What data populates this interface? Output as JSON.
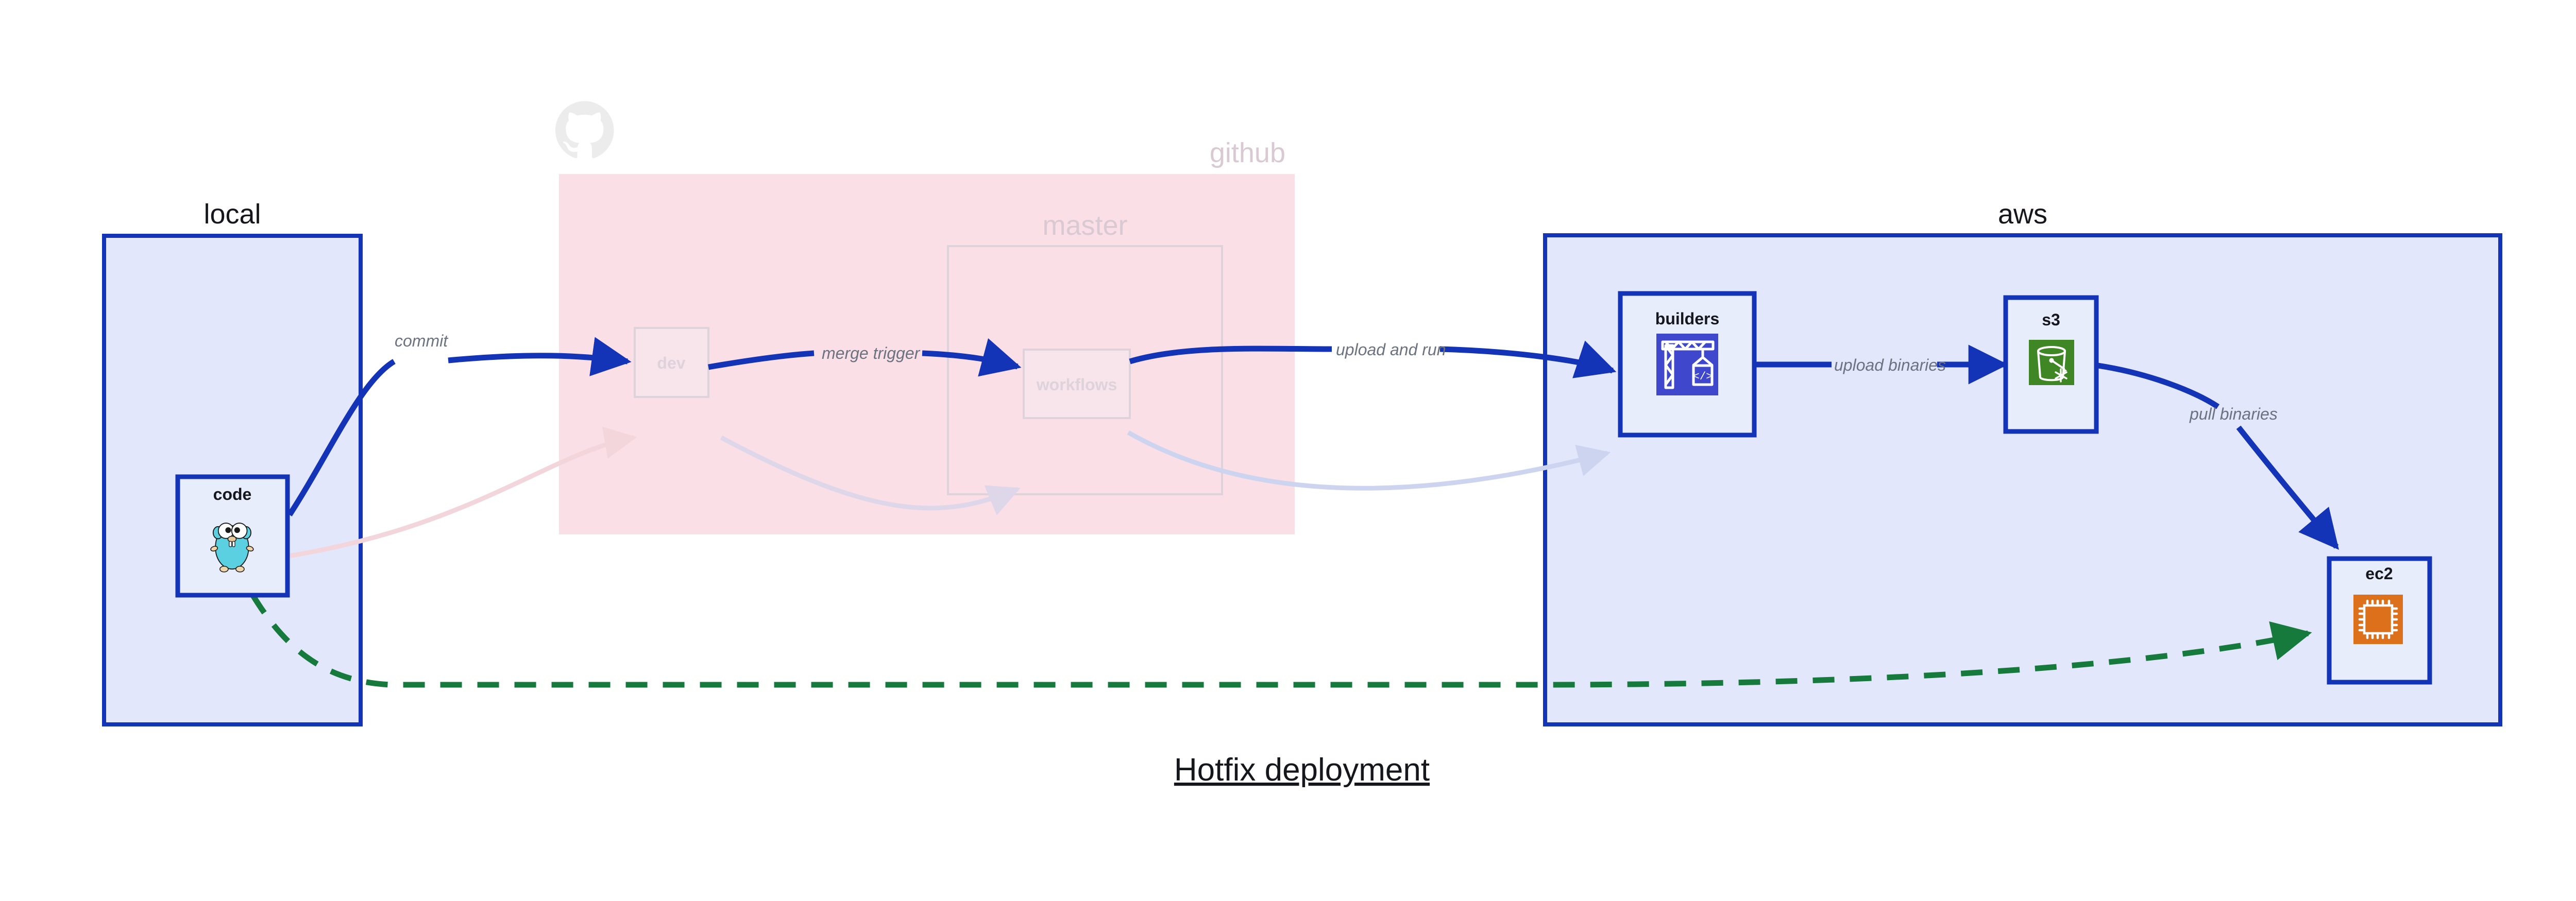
{
  "diagram": {
    "caption": "Hotfix deployment",
    "groups": [
      {
        "id": "local",
        "label": "local",
        "style": "solid-blue",
        "fill": "#e3e7fb",
        "stroke": "#1434b8"
      },
      {
        "id": "github",
        "label": "github",
        "style": "faded-pink",
        "fill": "#fadfe6",
        "stroke": "none",
        "logo": "github-octocat-icon"
      },
      {
        "id": "master",
        "label": "master",
        "style": "faded-outline",
        "fill": "none",
        "stroke": "#ded2db"
      },
      {
        "id": "aws",
        "label": "aws",
        "style": "solid-blue",
        "fill": "#e3e7fb",
        "stroke": "#1434b8"
      }
    ],
    "nodes": [
      {
        "id": "code",
        "label": "code",
        "icon": "go-gopher-icon",
        "group": "local",
        "faded": false
      },
      {
        "id": "dev",
        "label": "dev",
        "icon": "none",
        "group": "github",
        "faded": true
      },
      {
        "id": "workflows",
        "label": "workflows",
        "icon": "none",
        "group": "master",
        "faded": true
      },
      {
        "id": "builders",
        "label": "builders",
        "icon": "aws-codebuild-crane-icon",
        "icon_color": "#3f48cc",
        "group": "aws",
        "faded": false
      },
      {
        "id": "s3",
        "label": "s3",
        "icon": "aws-s3-glacier-bucket-icon",
        "icon_color": "#3f8624",
        "group": "aws",
        "faded": false
      },
      {
        "id": "ec2",
        "label": "ec2",
        "icon": "aws-ec2-chip-icon",
        "icon_color": "#dd701a",
        "group": "aws",
        "faded": false
      }
    ],
    "edges": [
      {
        "id": "commit",
        "label": "commit",
        "from": "code",
        "to": "dev",
        "style": "solid",
        "color": "#1434b8"
      },
      {
        "id": "merge-trigger",
        "label": "merge trigger",
        "from": "dev",
        "to": "workflows",
        "style": "solid",
        "color": "#1434b8"
      },
      {
        "id": "upload-and-run",
        "label": "upload and run",
        "from": "workflows",
        "to": "builders",
        "style": "solid",
        "color": "#1434b8"
      },
      {
        "id": "upload-binaries",
        "label": "upload binaries",
        "from": "builders",
        "to": "s3",
        "style": "solid",
        "color": "#1434b8"
      },
      {
        "id": "pull-binaries",
        "label": "pull binaries",
        "from": "s3",
        "to": "ec2",
        "style": "solid",
        "color": "#1434b8"
      },
      {
        "id": "hotfix-direct",
        "label": "",
        "from": "code",
        "to": "ec2",
        "style": "dashed",
        "color": "#167a3c"
      },
      {
        "id": "faded-a",
        "label": "",
        "from": "code",
        "to": "dev",
        "style": "faded",
        "color": "#f2d6dc"
      },
      {
        "id": "faded-b",
        "label": "",
        "from": "dev",
        "to": "workflows",
        "style": "faded",
        "color": "#ded7ea"
      },
      {
        "id": "faded-c",
        "label": "",
        "from": "workflows",
        "to": "builders",
        "style": "faded",
        "color": "#dde0f2"
      }
    ]
  }
}
